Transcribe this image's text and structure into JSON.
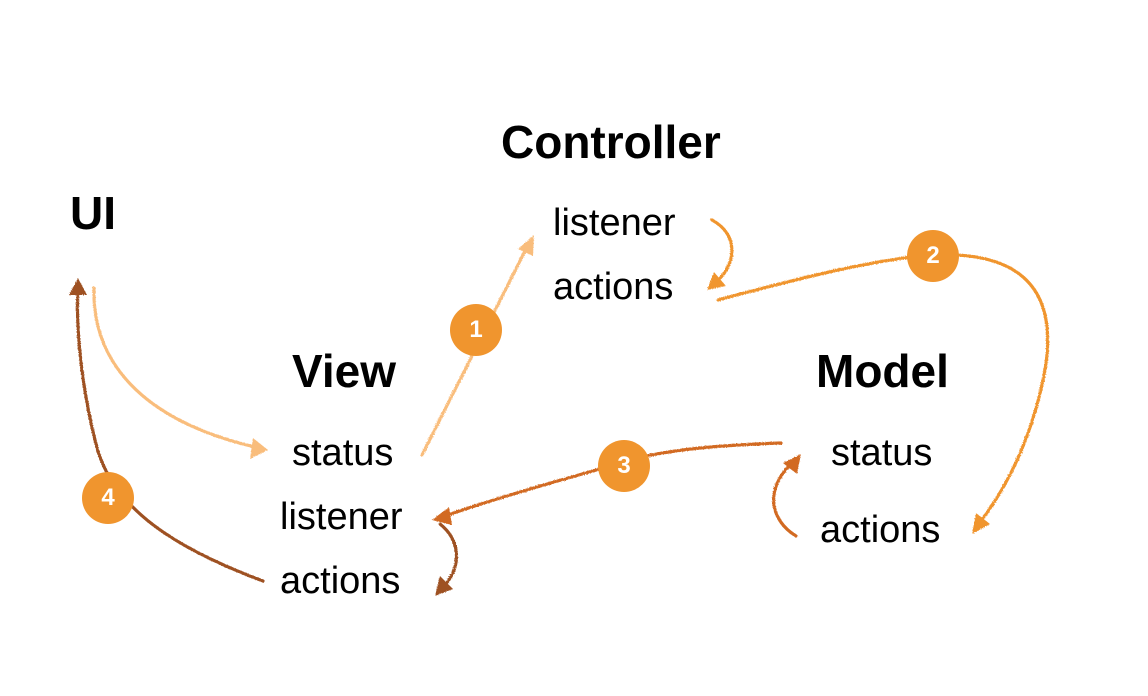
{
  "ui": {
    "title": "UI"
  },
  "view": {
    "title": "View",
    "items": [
      "status",
      "listener",
      "actions"
    ]
  },
  "controller": {
    "title": "Controller",
    "items": [
      "listener",
      "actions"
    ]
  },
  "model": {
    "title": "Model",
    "items": [
      "status",
      "actions"
    ]
  },
  "steps": [
    {
      "label": "1",
      "color": "#f9bd7c"
    },
    {
      "label": "2",
      "color": "#f0952e"
    },
    {
      "label": "3",
      "color": "#d26a22"
    },
    {
      "label": "4",
      "color": "#9e5123"
    }
  ],
  "badge_color": "#f0952e"
}
